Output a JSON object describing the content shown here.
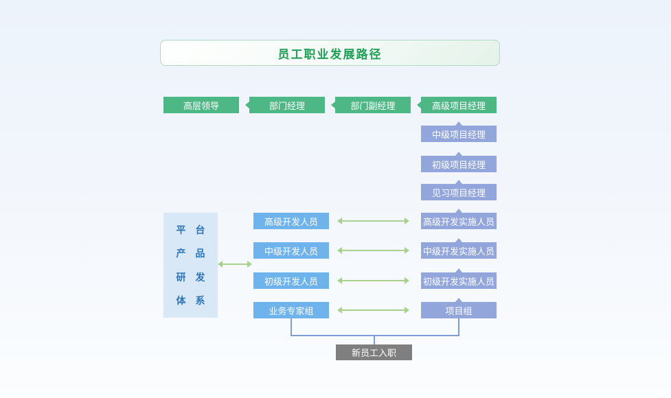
{
  "title": "员工职业发展路径",
  "top_row": {
    "items": [
      {
        "label": "高层领导"
      },
      {
        "label": "部门经理"
      },
      {
        "label": "部门副经理"
      },
      {
        "label": "高级项目经理"
      }
    ]
  },
  "manager_track": {
    "items": [
      {
        "label": "中级项目经理"
      },
      {
        "label": "初级项目经理"
      },
      {
        "label": "见习项目经理"
      }
    ]
  },
  "implementation_track": {
    "items": [
      {
        "label": "高级开发实施人员"
      },
      {
        "label": "中级开发实施人员"
      },
      {
        "label": "初级开发实施人员"
      },
      {
        "label": "项目组"
      }
    ]
  },
  "development_track": {
    "items": [
      {
        "label": "高级开发人员"
      },
      {
        "label": "中级开发人员"
      },
      {
        "label": "初级开发人员"
      },
      {
        "label": "业务专家组"
      }
    ]
  },
  "left_panel": {
    "lines": [
      "平　台",
      "产　品",
      "研　发",
      "体　系"
    ]
  },
  "entry": {
    "label": "新员工入职"
  },
  "colors": {
    "management_green": "#4DB886",
    "project_track_blue": "#93A6DC",
    "development_blue": "#6FB3EC",
    "platform_panel_bg": "#D8E8F7",
    "platform_panel_text": "#2D74B6",
    "entry_gray": "#7F7F7F",
    "title_green": "#1F9E56",
    "arrow_green": "#A9D18E",
    "connector_blue": "#7E9CD4"
  }
}
